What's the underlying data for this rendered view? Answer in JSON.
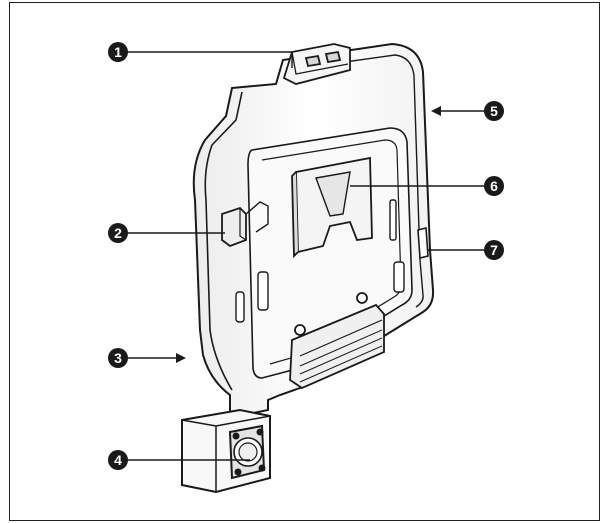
{
  "figure": {
    "callouts": [
      {
        "label": "1"
      },
      {
        "label": "2"
      },
      {
        "label": "3"
      },
      {
        "label": "4"
      },
      {
        "label": "5"
      },
      {
        "label": "6"
      },
      {
        "label": "7"
      }
    ]
  }
}
